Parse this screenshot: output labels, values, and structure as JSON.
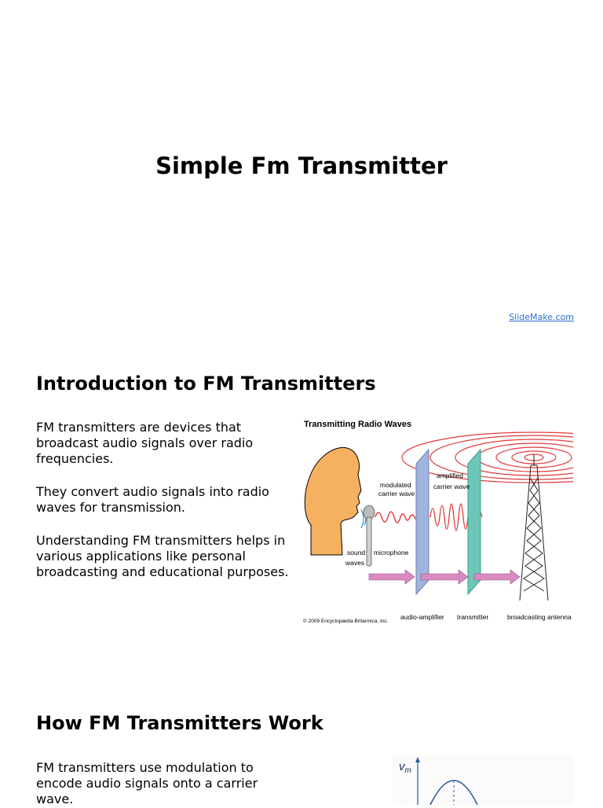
{
  "slide1": {
    "title": "Simple Fm Transmitter",
    "source_link": "SlideMake.com"
  },
  "slide2": {
    "heading": "Introduction to FM Transmitters",
    "paragraphs": [
      "FM transmitters are devices that broadcast audio signals over radio frequencies.",
      "They convert audio signals into radio waves for transmission.",
      "Understanding FM transmitters helps in various applications like personal broadcasting and educational purposes."
    ],
    "figure": {
      "title": "Transmitting Radio Waves",
      "labels": {
        "modulated": "modulated",
        "modulated_carrier": "carrier wave",
        "amplified": "amplified",
        "amplified_carrier": "carrier wave",
        "sound": "sound",
        "sound_waves": "waves",
        "microphone": "microphone",
        "audio_amplifier": "audio-amplifier",
        "transmitter": "transmitter",
        "antenna": "broadcasting antenna",
        "copyright": "© 2009 Encyclopædia Britannica, Inc."
      },
      "colors": {
        "head": "#f5b060",
        "waves": "#e23a3a",
        "amplifier_panel": "#9fb4de",
        "transmitter_panel": "#6cc7b8",
        "arrows": "#d98ac0"
      }
    }
  },
  "slide3": {
    "heading": "How FM Transmitters Work",
    "paragraphs": [
      "FM transmitters use modulation to encode audio signals onto a carrier wave."
    ],
    "figure": {
      "axis_label": "v",
      "axis_subscript": "m",
      "curve_color": "#2b5c9a"
    }
  }
}
